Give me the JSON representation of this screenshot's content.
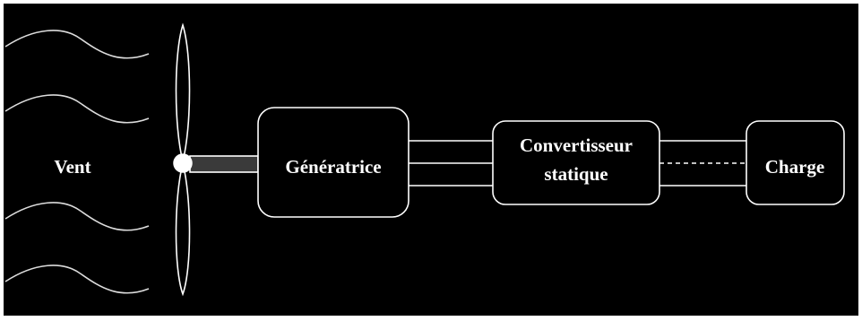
{
  "diagram": {
    "title": "",
    "wind_label": "Vent",
    "blocks": {
      "generator": "Génératrice",
      "converter_line1": "Convertisseur",
      "converter_line2": "statique",
      "load": "Charge"
    },
    "colors": {
      "background": "#000000",
      "stroke": "#ffffff",
      "shaft": "#3a3a3a"
    }
  }
}
